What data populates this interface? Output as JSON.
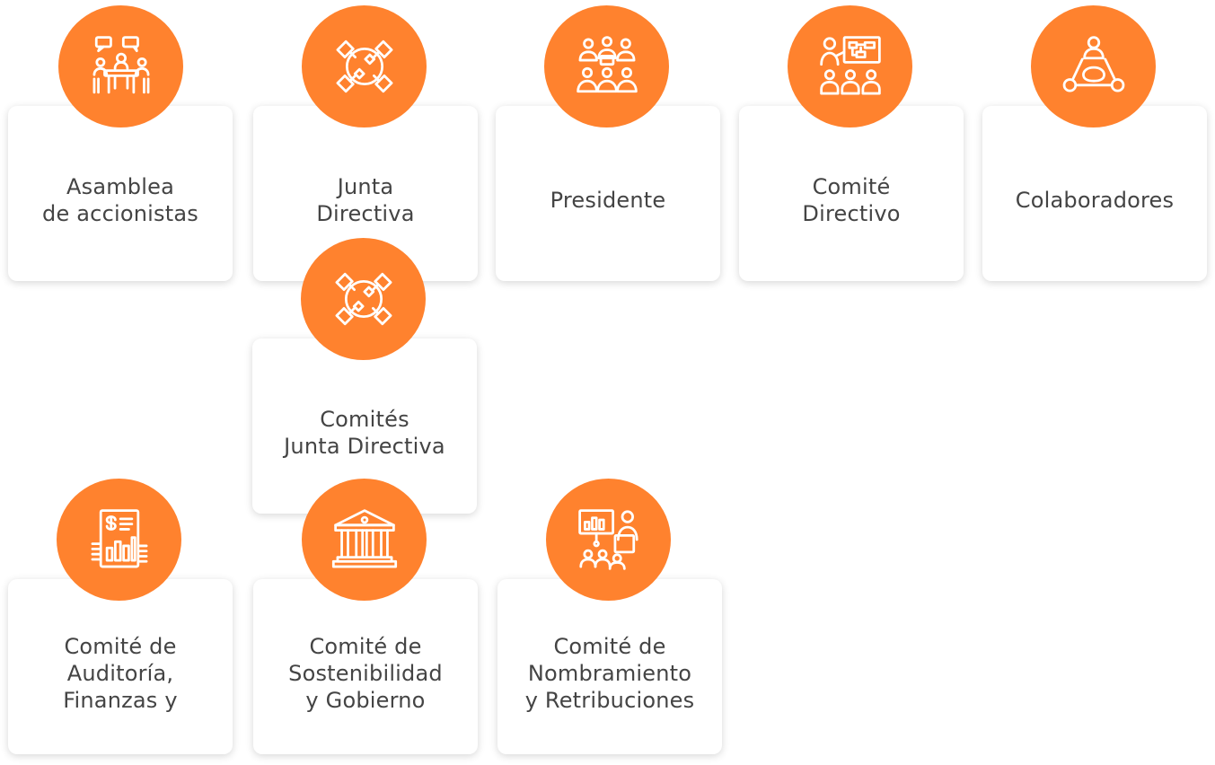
{
  "colors": {
    "accent": "#FF822E",
    "text": "#444444",
    "card": "#FFFFFF"
  },
  "nodes": [
    {
      "id": "asamblea",
      "label": "Asamblea\nde accionistas",
      "icon": "meeting-table-icon"
    },
    {
      "id": "junta",
      "label": "Junta\nDirectiva",
      "icon": "handshake-circle-icon"
    },
    {
      "id": "presidente",
      "label": "Presidente",
      "icon": "audience-presentation-icon"
    },
    {
      "id": "comite-directivo",
      "label": "Comité\nDirectivo",
      "icon": "flowchart-team-icon"
    },
    {
      "id": "colaboradores",
      "label": "Colaboradores",
      "icon": "network-people-icon"
    },
    {
      "id": "comites-junta",
      "label": "Comités\nJunta Directiva",
      "icon": "handshake-circle-icon"
    },
    {
      "id": "comite-auditoria",
      "label": "Comité de\nAuditoría,\nFinanzas y",
      "icon": "finance-report-icon"
    },
    {
      "id": "comite-sostenibilidad",
      "label": "Comité de\nSostenibilidad\ny Gobierno",
      "icon": "government-building-icon"
    },
    {
      "id": "comite-nombramiento",
      "label": "Comité de\nNombramiento\ny Retribuciones",
      "icon": "presenter-chart-icon"
    }
  ]
}
